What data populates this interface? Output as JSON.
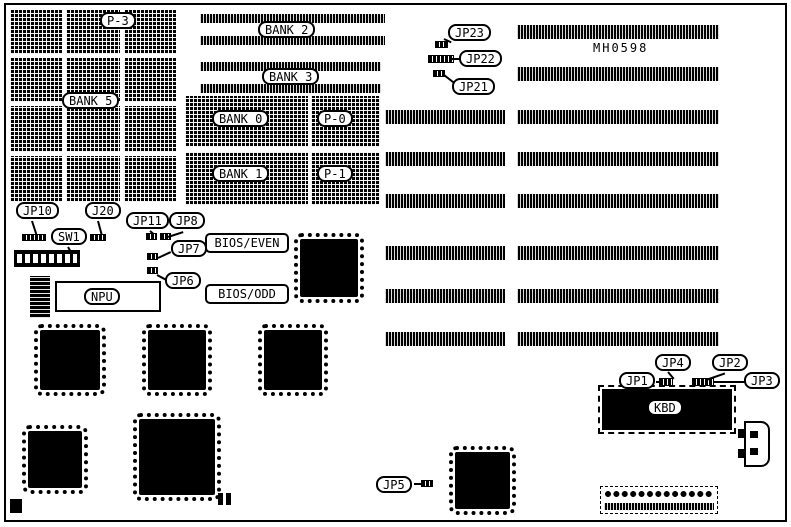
{
  "diagram": {
    "board_id": "MH0598",
    "memory": {
      "p3": "P-3",
      "bank5": "BANK 5",
      "bank2": "BANK 2",
      "bank3": "BANK 3",
      "bank0": "BANK 0",
      "p0": "P-0",
      "bank1": "BANK 1",
      "p1": "P-1"
    },
    "jumpers": {
      "jp23": "JP23",
      "jp22": "JP22",
      "jp21": "JP21",
      "jp10": "JP10",
      "j20": "J20",
      "jp11": "JP11",
      "jp8": "JP8",
      "jp7": "JP7",
      "jp6": "JP6",
      "jp5": "JP5",
      "jp4": "JP4",
      "jp2": "JP2",
      "jp1": "JP1",
      "jp3": "JP3"
    },
    "switches": {
      "sw1": "SW1"
    },
    "rom": {
      "bios_even": "BIOS/EVEN",
      "bios_odd": "BIOS/ODD"
    },
    "sockets": {
      "npu": "NPU",
      "kbd": "KBD"
    }
  }
}
